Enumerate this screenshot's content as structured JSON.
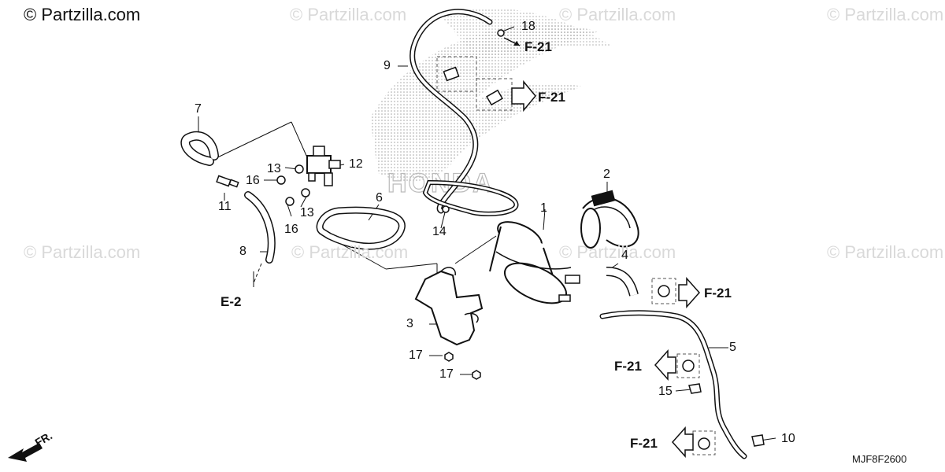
{
  "watermarks": {
    "main": "© Partzilla.com",
    "faint": "© Partzilla.com"
  },
  "callouts": [
    "1",
    "2",
    "3",
    "4",
    "5",
    "6",
    "7",
    "8",
    "9",
    "10",
    "11",
    "12",
    "13",
    "13",
    "14",
    "15",
    "16",
    "16",
    "17",
    "17",
    "18"
  ],
  "references": {
    "f21": "F-21",
    "e2": "E-2",
    "fr": "FR."
  },
  "diagram_code": "MJF8F2600",
  "brand_mark": "HONDA"
}
